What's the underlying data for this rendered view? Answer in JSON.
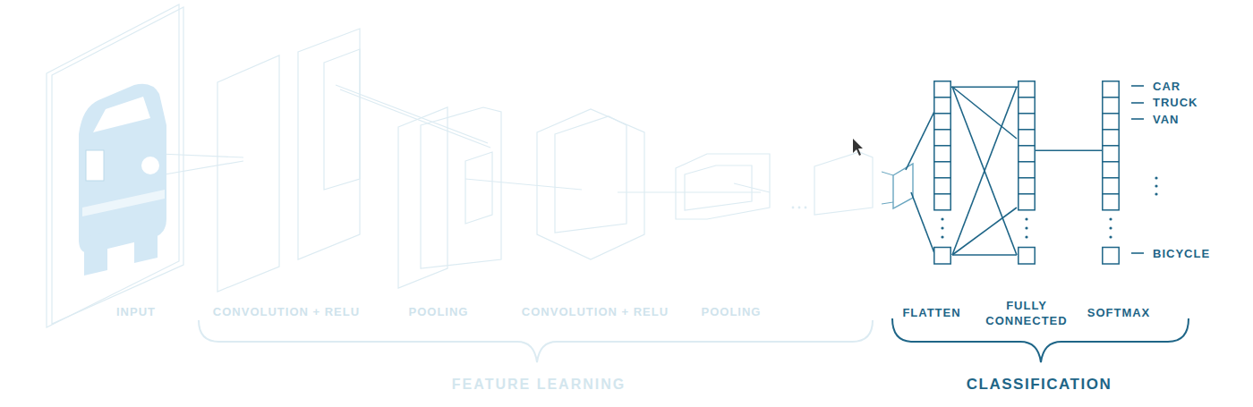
{
  "diagram": {
    "nodes": [
      {
        "text": [
          "FLATTEN"
        ]
      },
      {
        "text": [
          "FULLY CONNECTED"
        ]
      },
      {
        "text": [
          "SOFTMAX"
        ]
      }
    ],
    "edges": [
      {
        "from": 0,
        "to": 1,
        "arrow": "none"
      },
      {
        "from": 1,
        "to": 2,
        "arrow": "none"
      }
    ],
    "labels": [
      "INPUT",
      "CONVOLUTION + RELU",
      "POOLING",
      "CONVOLUTION + RELU",
      "POOLING",
      "FEATURE LEARNING",
      "CLASSIFICATION",
      "CAR",
      "TRUCK",
      "VAN",
      "BICYCLE"
    ]
  }
}
